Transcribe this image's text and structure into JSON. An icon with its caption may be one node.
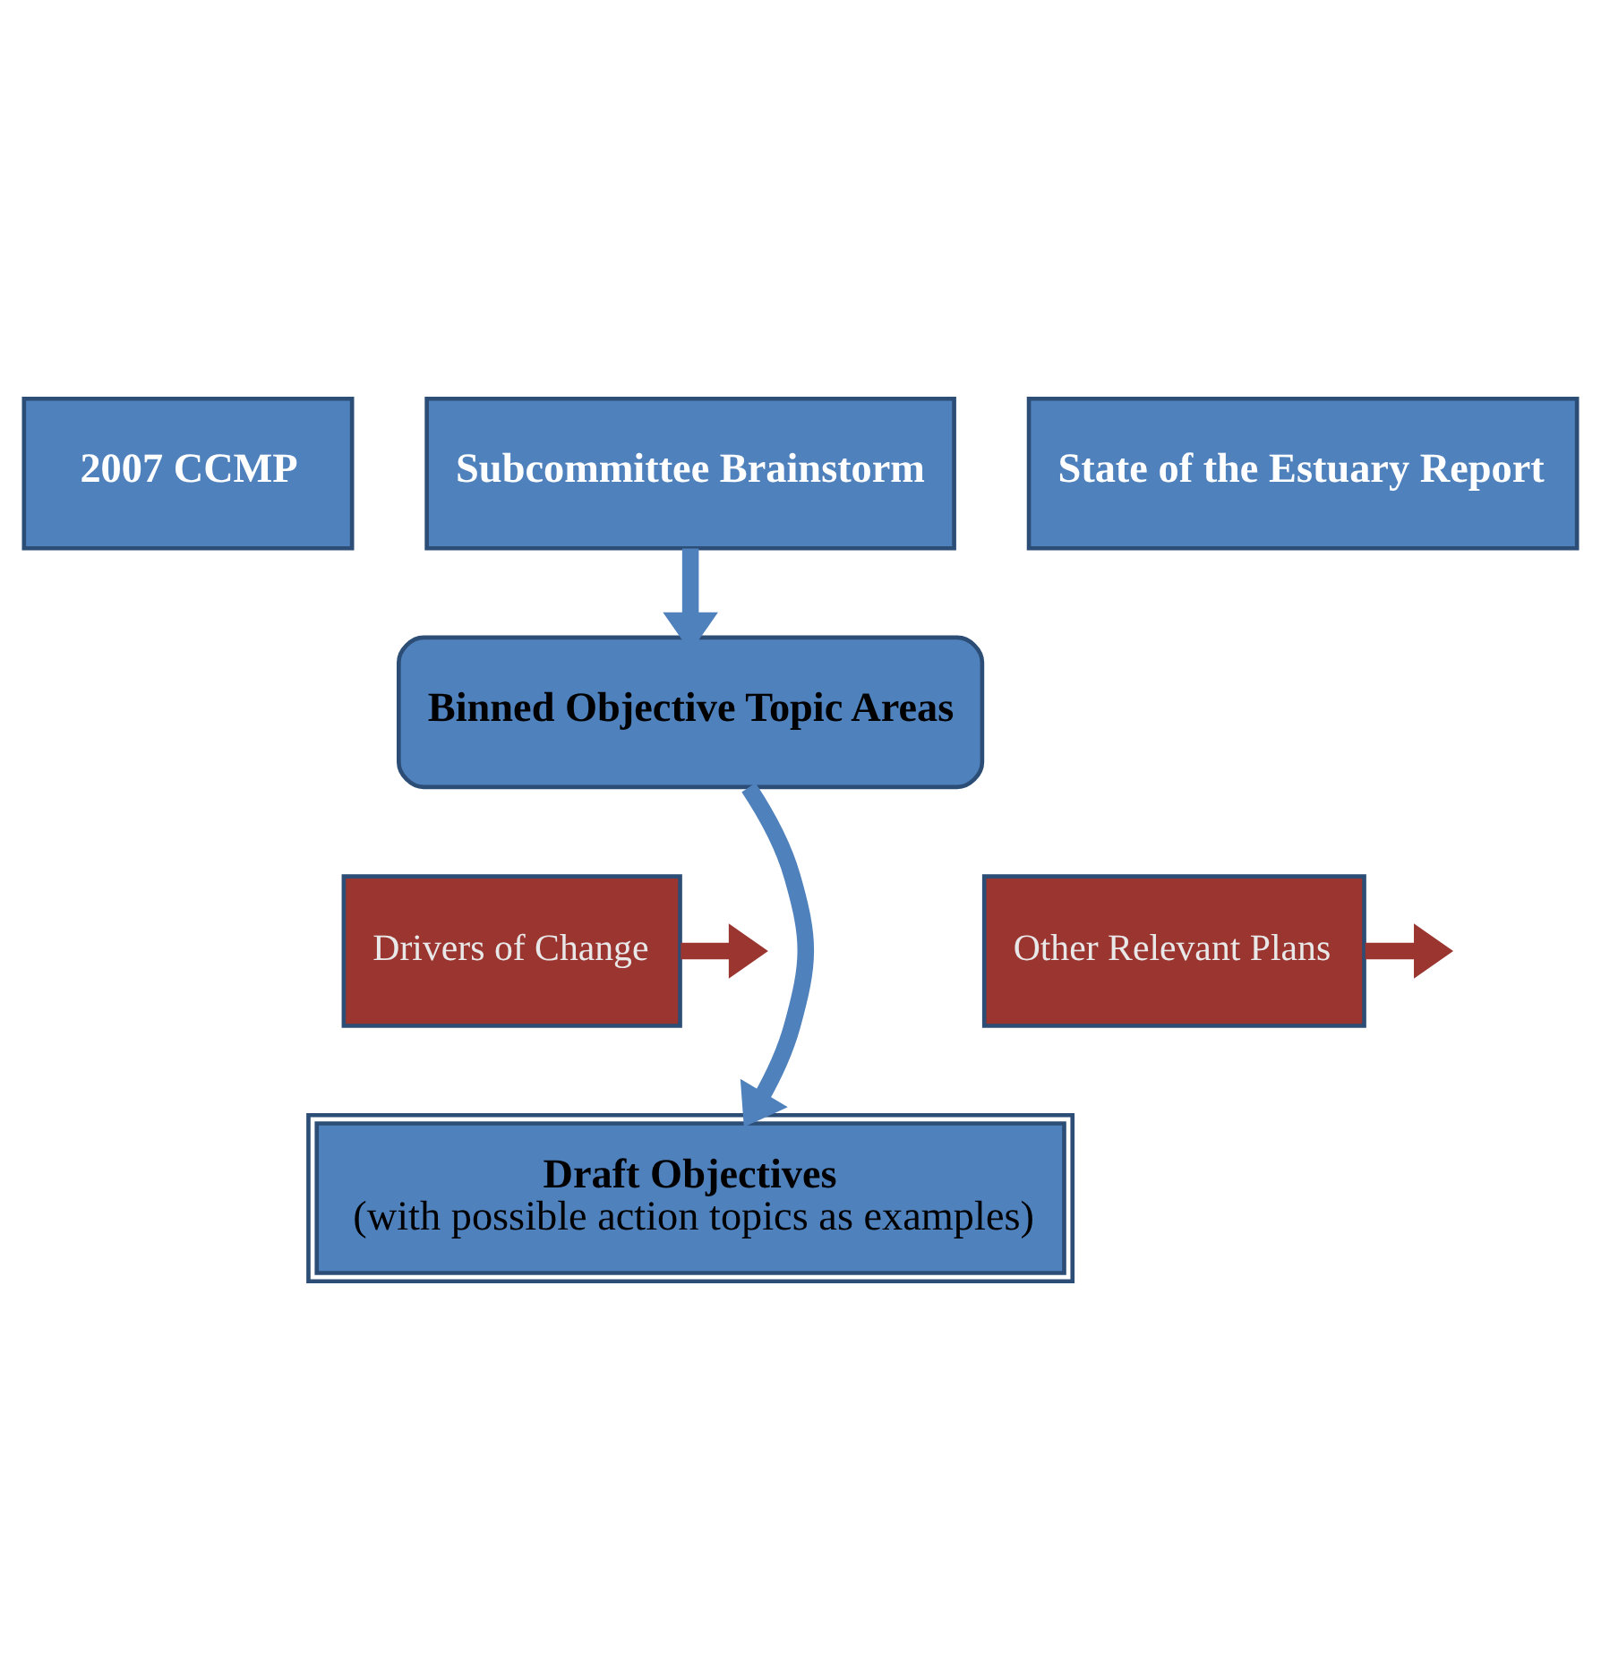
{
  "diagram": {
    "nodes": [
      {
        "text": [
          "2007 CCMP"
        ]
      },
      {
        "text": [
          "Subcommittee Brainstorm"
        ]
      },
      {
        "text": [
          "State of the Estuary Report"
        ]
      },
      {
        "text": [
          "Binned Objective Topic Areas"
        ]
      },
      {
        "text": [
          "Drivers of Change"
        ]
      },
      {
        "text": [
          "Other Relevant Plans"
        ]
      },
      {
        "text": [
          "Draft Objectives",
          "(with possible action topics as examples)"
        ]
      }
    ],
    "edges": [
      {
        "from": 1,
        "to": 3,
        "arrow": "to"
      },
      {
        "from": 3,
        "to": 6,
        "arrow": "to"
      },
      {
        "from": 4,
        "to": null,
        "arrow": "to",
        "color": "#9b3530"
      },
      {
        "from": 5,
        "to": null,
        "arrow": "to",
        "color": "#9b3530"
      }
    ]
  }
}
